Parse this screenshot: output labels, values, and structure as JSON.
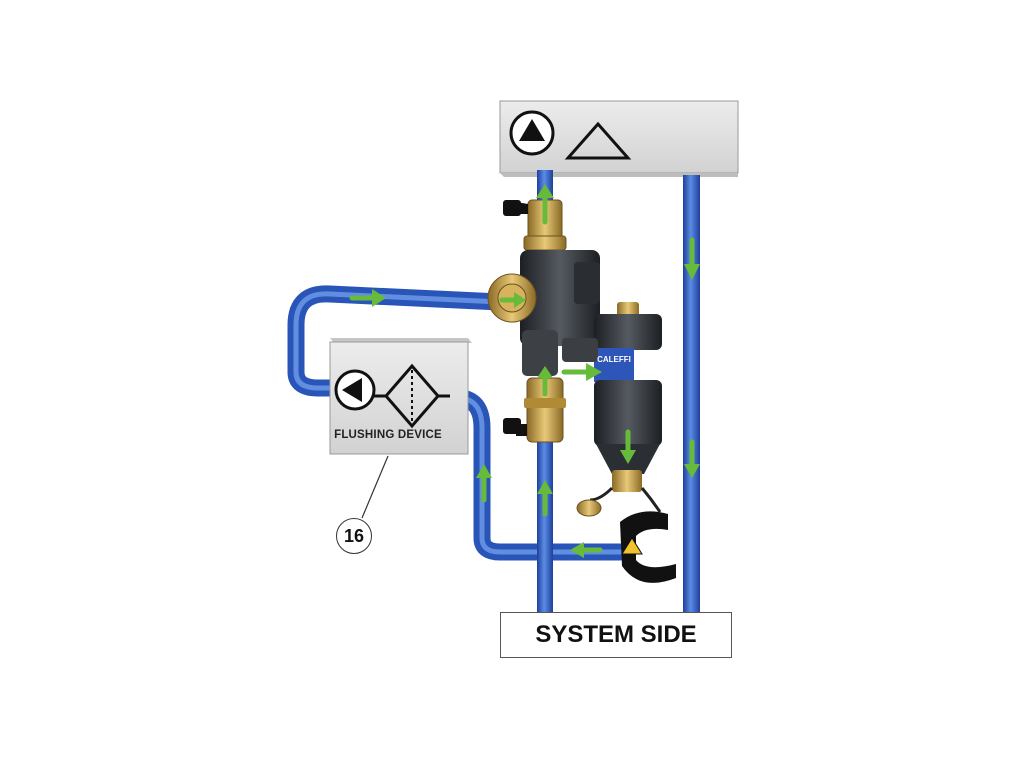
{
  "labels": {
    "system_side": "SYSTEM SIDE",
    "flushing_device": "FLUSHING DEVICE",
    "callout_number": "16",
    "brand": "CALEFFI"
  },
  "components": {
    "boiler_unit": {
      "icons": [
        "pump-symbol-icon",
        "heat-triangle-icon"
      ]
    },
    "flushing_device": {
      "icons": [
        "pump-left-icon",
        "filter-diamond-icon"
      ]
    },
    "dirt_separator": {
      "brand": "CALEFFI"
    }
  },
  "colors": {
    "pipe_blue": "#3d6fd4",
    "pipe_dark_blue": "#1f3f9a",
    "flow_arrow_green": "#66bb3a",
    "brass": "#c9a24a",
    "unit_grey": "#dedede",
    "body_dark": "#3a3e43"
  }
}
